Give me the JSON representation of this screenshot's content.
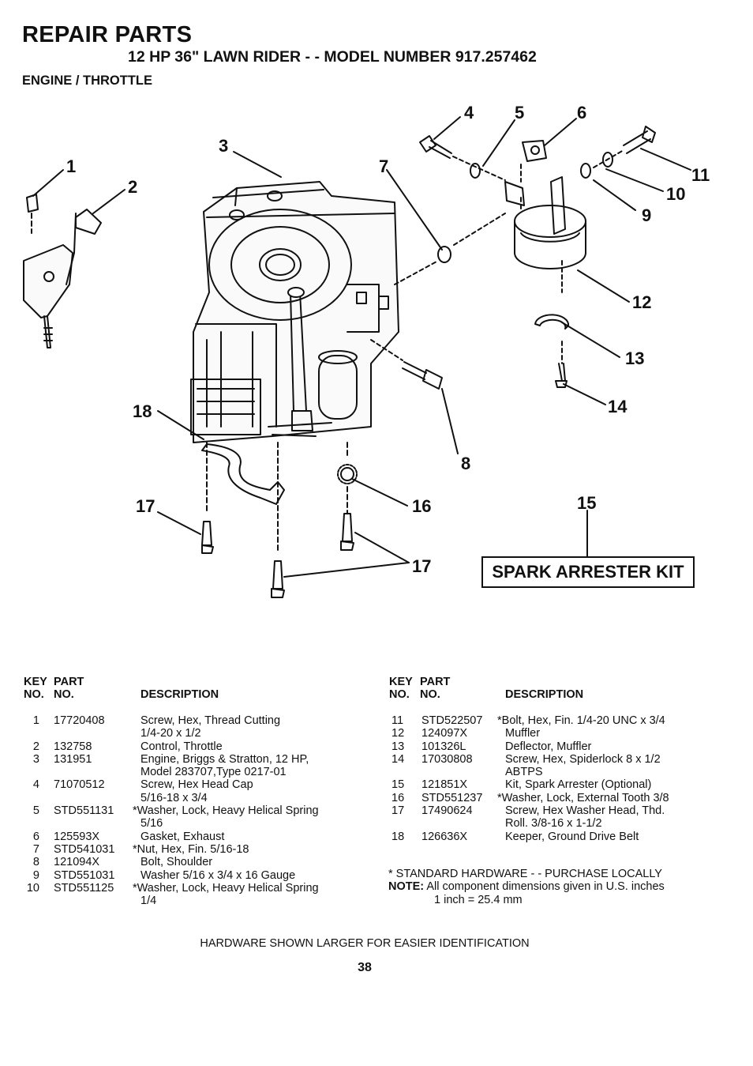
{
  "header": {
    "title": "REPAIR PARTS",
    "subtitle": "12 HP 36\" LAWN RIDER - - MODEL NUMBER 917.257462",
    "section": "ENGINE / THROTTLE"
  },
  "diagram": {
    "callouts": [
      "1",
      "2",
      "3",
      "4",
      "5",
      "6",
      "7",
      "8",
      "9",
      "10",
      "11",
      "12",
      "13",
      "14",
      "15",
      "16",
      "17",
      "17",
      "18"
    ],
    "kit_label": "SPARK ARRESTER KIT"
  },
  "table_headers": {
    "key_no_1": "KEY",
    "key_no_2": "NO.",
    "part_no_1": "PART",
    "part_no_2": "NO.",
    "description": "DESCRIPTION"
  },
  "parts_left": [
    {
      "key": "1",
      "part": "17720408",
      "desc": "Screw, Hex, Thread Cutting",
      "desc2": "1/4-20 x 1/2"
    },
    {
      "key": "2",
      "part": "132758",
      "desc": "Control, Throttle"
    },
    {
      "key": "3",
      "part": "131951",
      "desc": "Engine, Briggs & Stratton, 12 HP,",
      "desc2": "Model  283707,Type 0217-01"
    },
    {
      "key": "4",
      "part": "71070512",
      "desc": "Screw, Hex Head Cap",
      "desc2": "5/16-18 x 3/4"
    },
    {
      "key": "5",
      "part": "STD551131",
      "desc": "*Washer, Lock, Heavy Helical Spring",
      "desc2": "5/16"
    },
    {
      "key": "6",
      "part": "125593X",
      "desc": "Gasket, Exhaust"
    },
    {
      "key": "7",
      "part": "STD541031",
      "desc": "*Nut, Hex, Fin.  5/16-18"
    },
    {
      "key": "8",
      "part": "121094X",
      "desc": "Bolt, Shoulder"
    },
    {
      "key": "9",
      "part": "STD551031",
      "desc": "Washer  5/16 x 3/4 x 16 Gauge"
    },
    {
      "key": "10",
      "part": "STD551125",
      "desc": "*Washer, Lock, Heavy Helical Spring",
      "desc2": "1/4"
    }
  ],
  "parts_right": [
    {
      "key": "11",
      "part": "STD522507",
      "desc": "*Bolt, Hex, Fin.  1/4-20 UNC x 3/4"
    },
    {
      "key": "12",
      "part": "124097X",
      "desc": "Muffler"
    },
    {
      "key": "13",
      "part": "101326L",
      "desc": "Deflector, Muffler"
    },
    {
      "key": "14",
      "part": "17030808",
      "desc": "Screw, Hex, Spiderlock  8 x 1/2",
      "desc2": "ABTPS"
    },
    {
      "key": "15",
      "part": "121851X",
      "desc": "Kit, Spark Arrester (Optional)"
    },
    {
      "key": "16",
      "part": "STD551237",
      "desc": "*Washer, Lock, External Tooth  3/8"
    },
    {
      "key": "17",
      "part": "17490624",
      "desc": "Screw, Hex Washer Head, Thd.",
      "desc2": "Roll.  3/8-16 x 1-1/2"
    },
    {
      "key": "18",
      "part": "126636X",
      "desc": "Keeper, Ground Drive Belt"
    }
  ],
  "footnotes": {
    "standard_hardware": "* STANDARD HARDWARE - - PURCHASE LOCALLY",
    "note_label": "NOTE:",
    "note_text": "All component dimensions given in U.S. inches",
    "conversion": "1 inch = 25.4 mm",
    "hardware_note": "HARDWARE SHOWN LARGER FOR EASIER IDENTIFICATION",
    "page_number": "38"
  }
}
